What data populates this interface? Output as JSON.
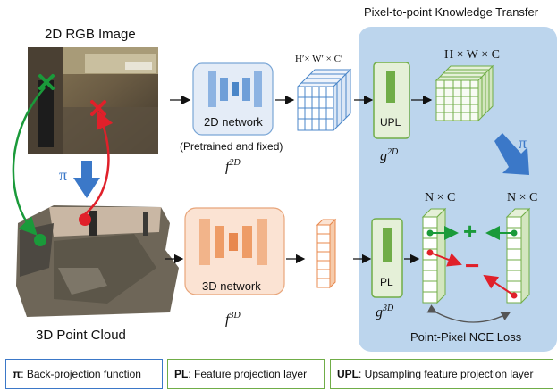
{
  "panel": {
    "title": "Pixel-to-point Knowledge Transfer",
    "bg_color": "#bcd5ed"
  },
  "image2d": {
    "title": "2D RGB Image"
  },
  "cloud3d": {
    "title": "3D Point Cloud"
  },
  "projection": {
    "symbol": "π"
  },
  "network2d": {
    "label": "2D network",
    "note": "(Pretrained and fixed)",
    "func_base": "f",
    "func_sup": "2D",
    "color": "#4a86c8"
  },
  "network3d": {
    "label": "3D network",
    "func_base": "f",
    "func_sup": "3D",
    "color": "#e8884e"
  },
  "feature2d": {
    "dims": "H′× W′ × C′"
  },
  "upl": {
    "label": "UPL",
    "func_base": "g",
    "func_sup": "2D"
  },
  "upsampled": {
    "dims": "H × W × C"
  },
  "pl": {
    "label": "PL",
    "func_base": "g",
    "func_sup": "3D"
  },
  "point_features": {
    "left_dims": "N × C",
    "right_dims": "N × C"
  },
  "loss": {
    "label": "Point-Pixel NCE Loss",
    "positive": "+",
    "negative": "−"
  },
  "legend": [
    {
      "key": "π",
      "text": ": Back-projection function",
      "color": "#3b78c8"
    },
    {
      "key": "PL",
      "text": ": Feature projection layer",
      "color": "#70ad47"
    },
    {
      "key": "UPL",
      "text": ": Upsampling feature projection layer",
      "color": "#70ad47"
    }
  ]
}
